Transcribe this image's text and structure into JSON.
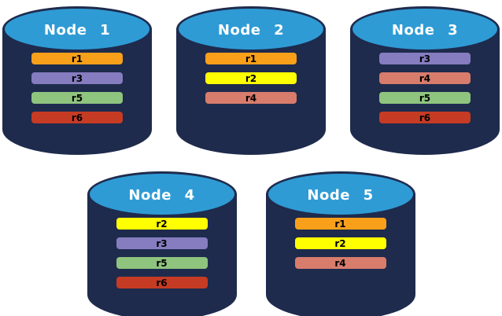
{
  "diagram": {
    "description": "Five database node cylinders showing replica placement",
    "background_color": "#ffffff"
  },
  "colors": {
    "cylinder_body": "#1E2B4D",
    "cylinder_top": "#2F9BD5",
    "title_text": "#ffffff",
    "bar_text": "#000000",
    "replicas": {
      "r1": "#F9A01B",
      "r2": "#FFFF00",
      "r3": "#867CC0",
      "r4": "#D87C6C",
      "r5": "#8FC47E",
      "r6": "#C63B23"
    }
  },
  "nodes": [
    {
      "title": "Node 1",
      "row": "top",
      "replicas": [
        "r1",
        "r3",
        "r5",
        "r6"
      ]
    },
    {
      "title": "Node 2",
      "row": "top",
      "replicas": [
        "r1",
        "r2",
        "r4"
      ]
    },
    {
      "title": "Node 3",
      "row": "top",
      "replicas": [
        "r3",
        "r4",
        "r5",
        "r6"
      ]
    },
    {
      "title": "Node 4",
      "row": "bottom",
      "replicas": [
        "r2",
        "r3",
        "r5",
        "r6"
      ]
    },
    {
      "title": "Node 5",
      "row": "bottom",
      "replicas": [
        "r1",
        "r2",
        "r4"
      ]
    }
  ]
}
